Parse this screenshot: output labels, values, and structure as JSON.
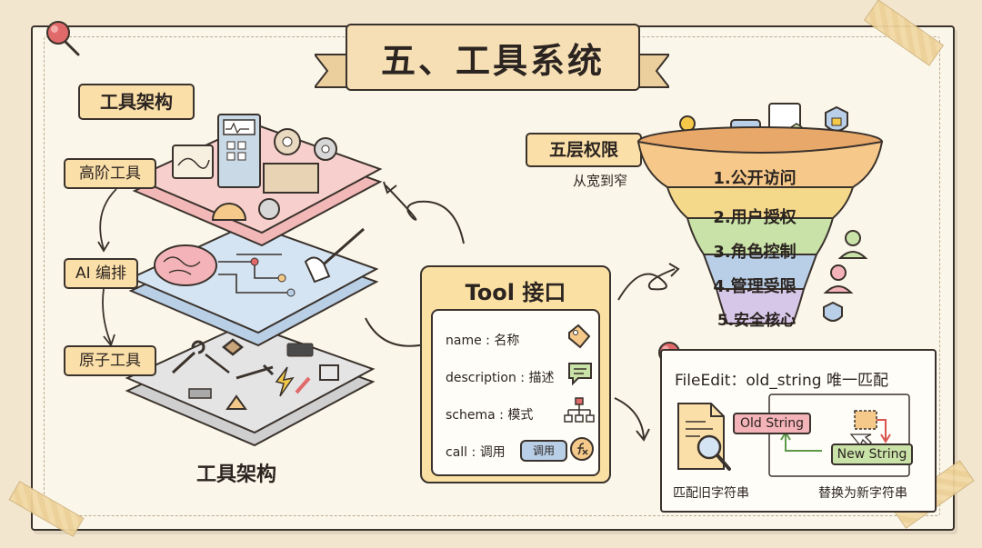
{
  "title": "五、工具系统",
  "architecture": {
    "heading": "工具架构",
    "layers": [
      {
        "label": "高阶工具"
      },
      {
        "label": "AI 编排"
      },
      {
        "label": "原子工具"
      }
    ],
    "caption": "工具架构"
  },
  "tool_interface": {
    "title": "Tool 接口",
    "rows": [
      {
        "key": "name",
        "value": "名称",
        "icon": "tag-icon"
      },
      {
        "key": "description",
        "value": "描述",
        "icon": "speech-bubble-icon"
      },
      {
        "key": "schema",
        "value": "模式",
        "icon": "tree-diagram-icon"
      },
      {
        "key": "call",
        "value": "调用",
        "icon": "function-icon"
      }
    ],
    "call_button_label": "调用"
  },
  "permissions": {
    "heading": "五层权限",
    "subheading": "从宽到窄",
    "levels": [
      {
        "label": "1.公开访问",
        "color": "#f6c98a"
      },
      {
        "label": "2.用户授权",
        "color": "#f4d98b"
      },
      {
        "label": "3.角色控制",
        "color": "#c9e2a8"
      },
      {
        "label": "4.管理受限",
        "color": "#b9cfe8"
      },
      {
        "label": "5.安全核心",
        "color": "#d6c6e8"
      }
    ]
  },
  "file_edit": {
    "title": "FileEdit：old_string 唯一匹配",
    "old_label": "Old String",
    "new_label": "New String",
    "caption_left": "匹配旧字符串",
    "caption_right": "替换为新字符串"
  },
  "colors": {
    "paper": "#fbf6ea",
    "background": "#f3e6cf",
    "label_fill": "#fbdfa9",
    "ink": "#2b2420"
  }
}
